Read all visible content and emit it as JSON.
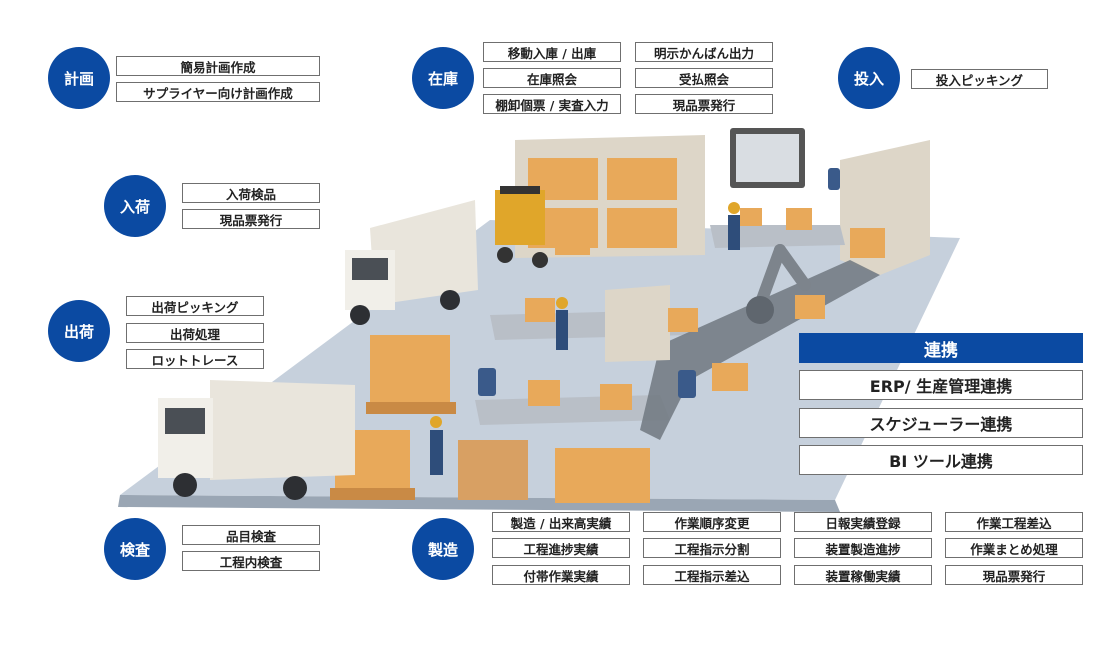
{
  "categories": {
    "keikaku": {
      "label": "計画",
      "items": [
        "簡易計画作成",
        "サプライヤー向け計画作成"
      ]
    },
    "zaiko": {
      "label": "在庫",
      "items": [
        "移動入庫 / 出庫",
        "明示かんばん出力",
        "在庫照会",
        "受払照会",
        "棚卸個票 / 実査入力",
        "現品票発行"
      ]
    },
    "tounyu": {
      "label": "投入",
      "items": [
        "投入ピッキング"
      ]
    },
    "nyuka": {
      "label": "入荷",
      "items": [
        "入荷検品",
        "現品票発行"
      ]
    },
    "shukka": {
      "label": "出荷",
      "items": [
        "出荷ピッキング",
        "出荷処理",
        "ロットトレース"
      ]
    },
    "kensa": {
      "label": "検査",
      "items": [
        "品目検査",
        "工程内検査"
      ]
    },
    "seizou": {
      "label": "製造",
      "items": [
        "製造 / 出来高実績",
        "作業順序変更",
        "日報実績登録",
        "作業工程差込",
        "工程進捗実績",
        "工程指示分割",
        "装置製造進捗",
        "作業まとめ処理",
        "付帯作業実績",
        "工程指示差込",
        "装置稼働実績",
        "現品票発行"
      ]
    }
  },
  "renkei": {
    "title": "連携",
    "items": [
      "ERP/ 生産管理連携",
      "スケジューラー連携",
      "BI ツール連携"
    ]
  },
  "colors": {
    "accent": "#0b4aa2",
    "box_orange": "#e8a95a",
    "floor": "#c9d3df"
  }
}
